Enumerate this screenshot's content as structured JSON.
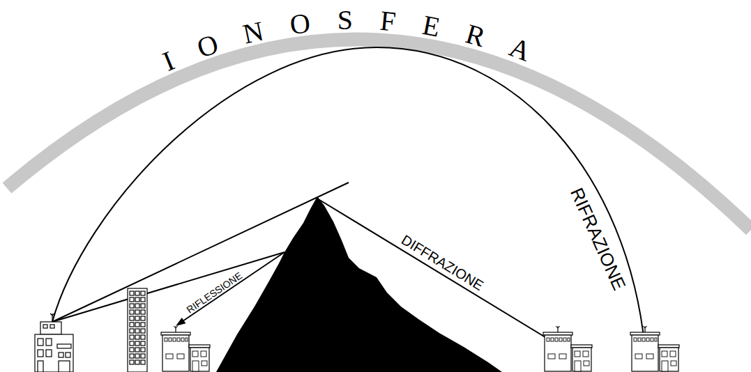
{
  "diagram": {
    "labels": [
      "IONOSFERA",
      "RIFRAZIONE",
      "DIFFRAZIONE",
      "RIFLESSIONE"
    ]
  }
}
